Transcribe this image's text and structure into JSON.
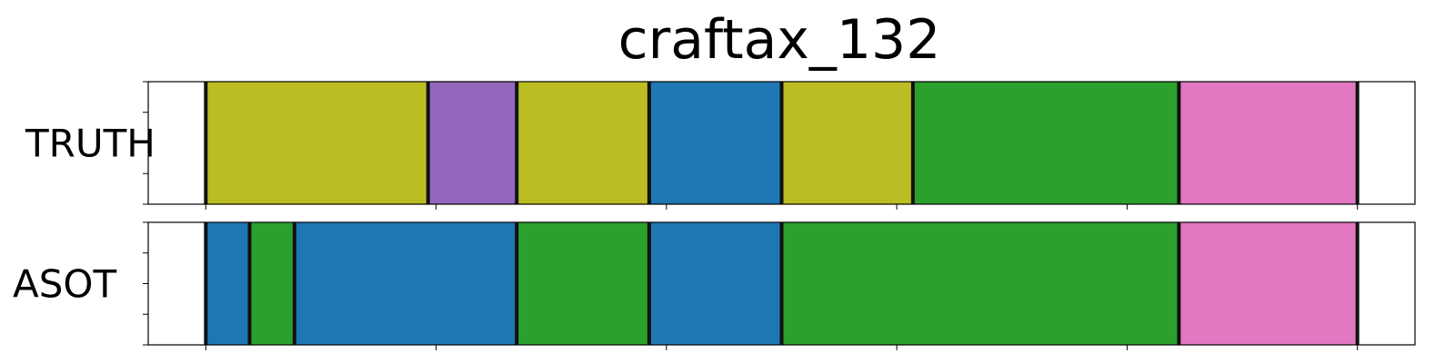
{
  "chart_data": {
    "type": "segmentation",
    "title": "craftax_132",
    "xlim": [
      0,
      1100
    ],
    "x_ticks": [
      50,
      250,
      450,
      650,
      850,
      1050
    ],
    "rows": [
      {
        "label": "TRUTH",
        "segments": [
          {
            "start": 50,
            "end": 243,
            "color": "#bcbd22"
          },
          {
            "start": 243,
            "end": 320,
            "color": "#9467bd"
          },
          {
            "start": 320,
            "end": 435,
            "color": "#bcbd22"
          },
          {
            "start": 435,
            "end": 550,
            "color": "#1f77b4"
          },
          {
            "start": 550,
            "end": 664,
            "color": "#bcbd22"
          },
          {
            "start": 664,
            "end": 895,
            "color": "#2ca02c"
          },
          {
            "start": 895,
            "end": 1050,
            "color": "#e377c2"
          }
        ]
      },
      {
        "label": "ASOT",
        "segments": [
          {
            "start": 50,
            "end": 88,
            "color": "#1f77b4"
          },
          {
            "start": 88,
            "end": 127,
            "color": "#2ca02c"
          },
          {
            "start": 127,
            "end": 320,
            "color": "#1f77b4"
          },
          {
            "start": 320,
            "end": 435,
            "color": "#2ca02c"
          },
          {
            "start": 435,
            "end": 550,
            "color": "#1f77b4"
          },
          {
            "start": 550,
            "end": 895,
            "color": "#2ca02c"
          },
          {
            "start": 895,
            "end": 1050,
            "color": "#e377c2"
          }
        ]
      }
    ]
  }
}
